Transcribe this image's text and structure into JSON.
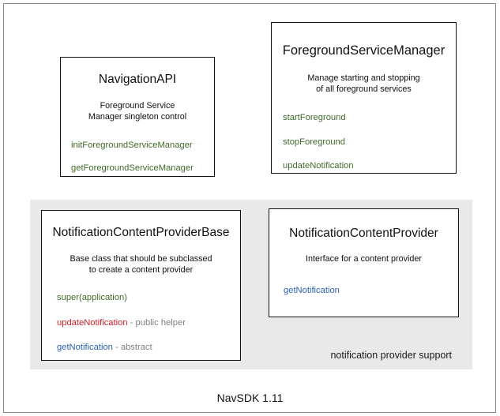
{
  "diagram": {
    "footer_caption": "NavSDK 1.11",
    "group": {
      "label": "notification provider support"
    },
    "boxes": [
      {
        "id": "navigation-api",
        "title": "NavigationAPI",
        "description": "Foreground Service\nManager singleton control",
        "members": [
          {
            "name": "initForegroundServiceManager",
            "note": "",
            "color": "green"
          },
          {
            "name": "getForegroundServiceManager",
            "note": "",
            "color": "green"
          }
        ]
      },
      {
        "id": "foreground-service-manager",
        "title": "ForegroundServiceManager",
        "description": "Manage starting and stopping\nof all foreground services",
        "members": [
          {
            "name": "startForeground",
            "note": "",
            "color": "green"
          },
          {
            "name": "stopForeground",
            "note": "",
            "color": "green"
          },
          {
            "name": "updateNotification",
            "note": "",
            "color": "green"
          }
        ]
      },
      {
        "id": "notification-content-provider-base",
        "title": "NotificationContentProviderBase",
        "description": "Base class that should be subclassed\nto create a content provider",
        "members": [
          {
            "name": "super(application)",
            "note": "",
            "color": "green"
          },
          {
            "name": "updateNotification",
            "note": " - public helper",
            "color": "red"
          },
          {
            "name": "getNotification",
            "note": " - abstract",
            "color": "blue"
          }
        ]
      },
      {
        "id": "notification-content-provider",
        "title": "NotificationContentProvider",
        "description": "Interface for a content provider",
        "members": [
          {
            "name": "getNotification",
            "note": "",
            "color": "blue"
          }
        ]
      }
    ],
    "colors": {
      "green": "#3f6b2b",
      "red": "#cc2127",
      "blue": "#2b5fae",
      "note_gray": "#808080",
      "panel_gray": "#e9e9e9",
      "border": "#111111",
      "frame": "#8a8a8a"
    }
  }
}
